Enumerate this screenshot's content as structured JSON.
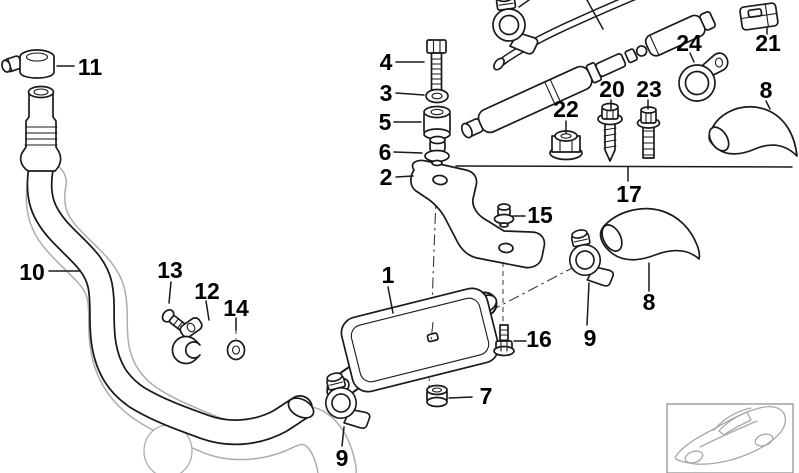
{
  "colors": {
    "background": "#ffffff",
    "line": "#1a1a1a",
    "outer_sleeve_outline": "#adadad",
    "car_sketch_outline": "#a8a8a8"
  },
  "labels": {
    "p1": "1",
    "p2": "2",
    "p3": "3",
    "p4": "4",
    "p5": "5",
    "p6": "6",
    "p7": "7",
    "p8a": "8",
    "p8b": "8",
    "p9a": "9",
    "p9b": "9",
    "p10": "10",
    "p11": "11",
    "p12": "12",
    "p13": "13",
    "p14": "14",
    "p15": "15",
    "p16": "16",
    "p17": "17",
    "p20": "20",
    "p21": "21",
    "p22": "22",
    "p23": "23",
    "p24": "24"
  }
}
